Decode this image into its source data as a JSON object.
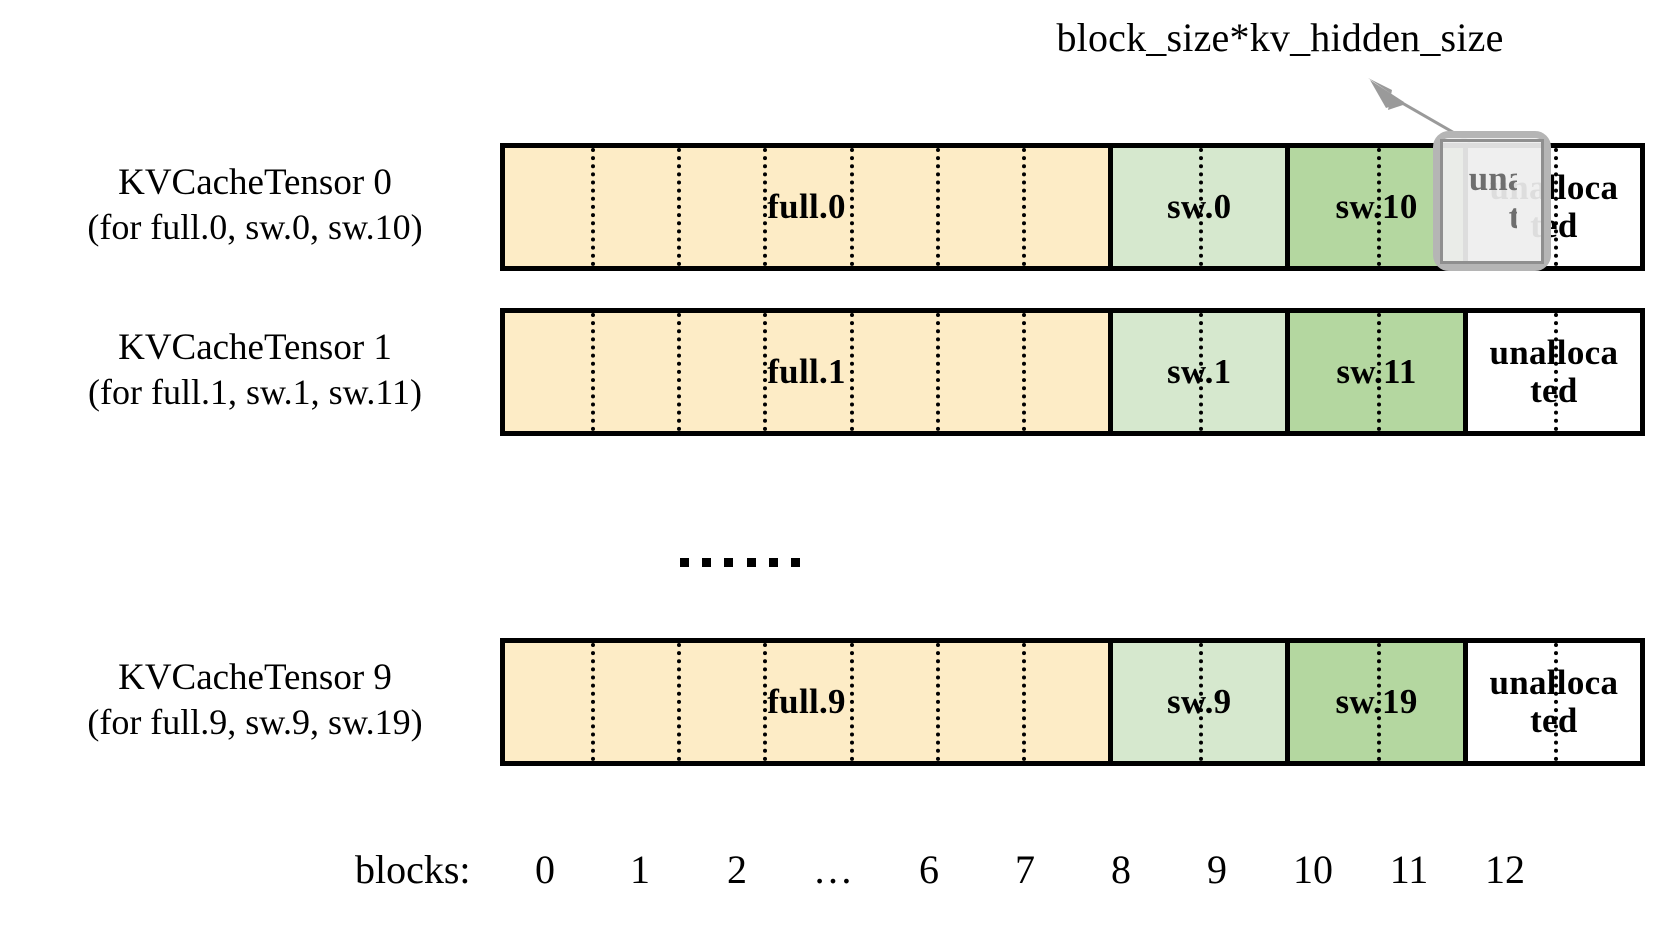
{
  "annotation": {
    "label": "block_size*kv_hidden_size",
    "arrow_icon": "arrow-up-left-icon",
    "target_block": 11
  },
  "colors": {
    "full": "#FDECC6",
    "sw_light": "#D6E8CE",
    "sw_dark": "#B4D7A0",
    "unallocated": "#FFFFFF",
    "outline": "#000000",
    "highlight_border": "#B5B5B5",
    "highlight_fill": "#EEEEEE",
    "highlight_text": "#6E6E6E"
  },
  "rows": [
    {
      "title": "KVCacheTensor 0",
      "subtitle": "(for full.0, sw.0, sw.10)",
      "segments": [
        {
          "label": "full.0",
          "kind": "full",
          "blocks": 7
        },
        {
          "label": "sw.0",
          "kind": "sw_light",
          "blocks": 2
        },
        {
          "label": "sw.10",
          "kind": "sw_dark",
          "blocks": 2
        },
        {
          "label": "unalloca\nted",
          "kind": "unallocated",
          "blocks": 2
        }
      ]
    },
    {
      "title": "KVCacheTensor 1",
      "subtitle": "(for full.1, sw.1, sw.11)",
      "segments": [
        {
          "label": "full.1",
          "kind": "full",
          "blocks": 7
        },
        {
          "label": "sw.1",
          "kind": "sw_light",
          "blocks": 2
        },
        {
          "label": "sw.11",
          "kind": "sw_dark",
          "blocks": 2
        },
        {
          "label": "unalloca\nted",
          "kind": "unallocated",
          "blocks": 2
        }
      ]
    },
    {
      "title": "KVCacheTensor 9",
      "subtitle": "(for full.9, sw.9, sw.19)",
      "segments": [
        {
          "label": "full.9",
          "kind": "full",
          "blocks": 7
        },
        {
          "label": "sw.9",
          "kind": "sw_light",
          "blocks": 2
        },
        {
          "label": "sw.19",
          "kind": "sw_dark",
          "blocks": 2
        },
        {
          "label": "unalloca\nted",
          "kind": "unallocated",
          "blocks": 2
        }
      ]
    }
  ],
  "ellipsis": {
    "dots": 6
  },
  "highlight": {
    "text": "unalloca\nted"
  },
  "axis": {
    "caption": "blocks:",
    "ticks": [
      "0",
      "1",
      "2",
      "…",
      "6",
      "7",
      "8",
      "9",
      "10",
      "11",
      "12"
    ]
  }
}
